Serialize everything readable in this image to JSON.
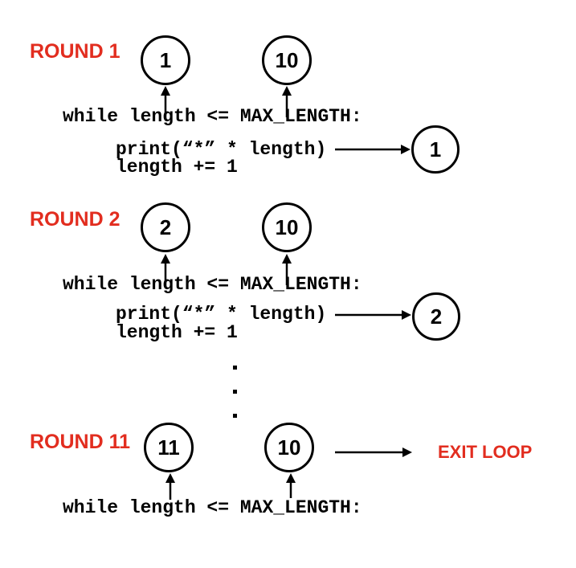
{
  "colors": {
    "accent_red": "#E22D1F",
    "ink": "#000000",
    "background": "#FFFFFF"
  },
  "rounds": [
    {
      "label": "ROUND 1",
      "length_circle": "1",
      "max_circle": "10",
      "code_line1": "while length <= MAX_LENGTH:",
      "code_line2": "print(“*” * length)",
      "code_line3": "length += 1",
      "output_circle": "1"
    },
    {
      "label": "ROUND 2",
      "length_circle": "2",
      "max_circle": "10",
      "code_line1": "while length <= MAX_LENGTH:",
      "code_line2": "print(“*” * length)",
      "code_line3": "length += 1",
      "output_circle": "2"
    },
    {
      "label": "ROUND 11",
      "length_circle": "11",
      "max_circle": "10",
      "code_line1": "while length <= MAX_LENGTH:",
      "exit_label": "EXIT LOOP"
    }
  ]
}
